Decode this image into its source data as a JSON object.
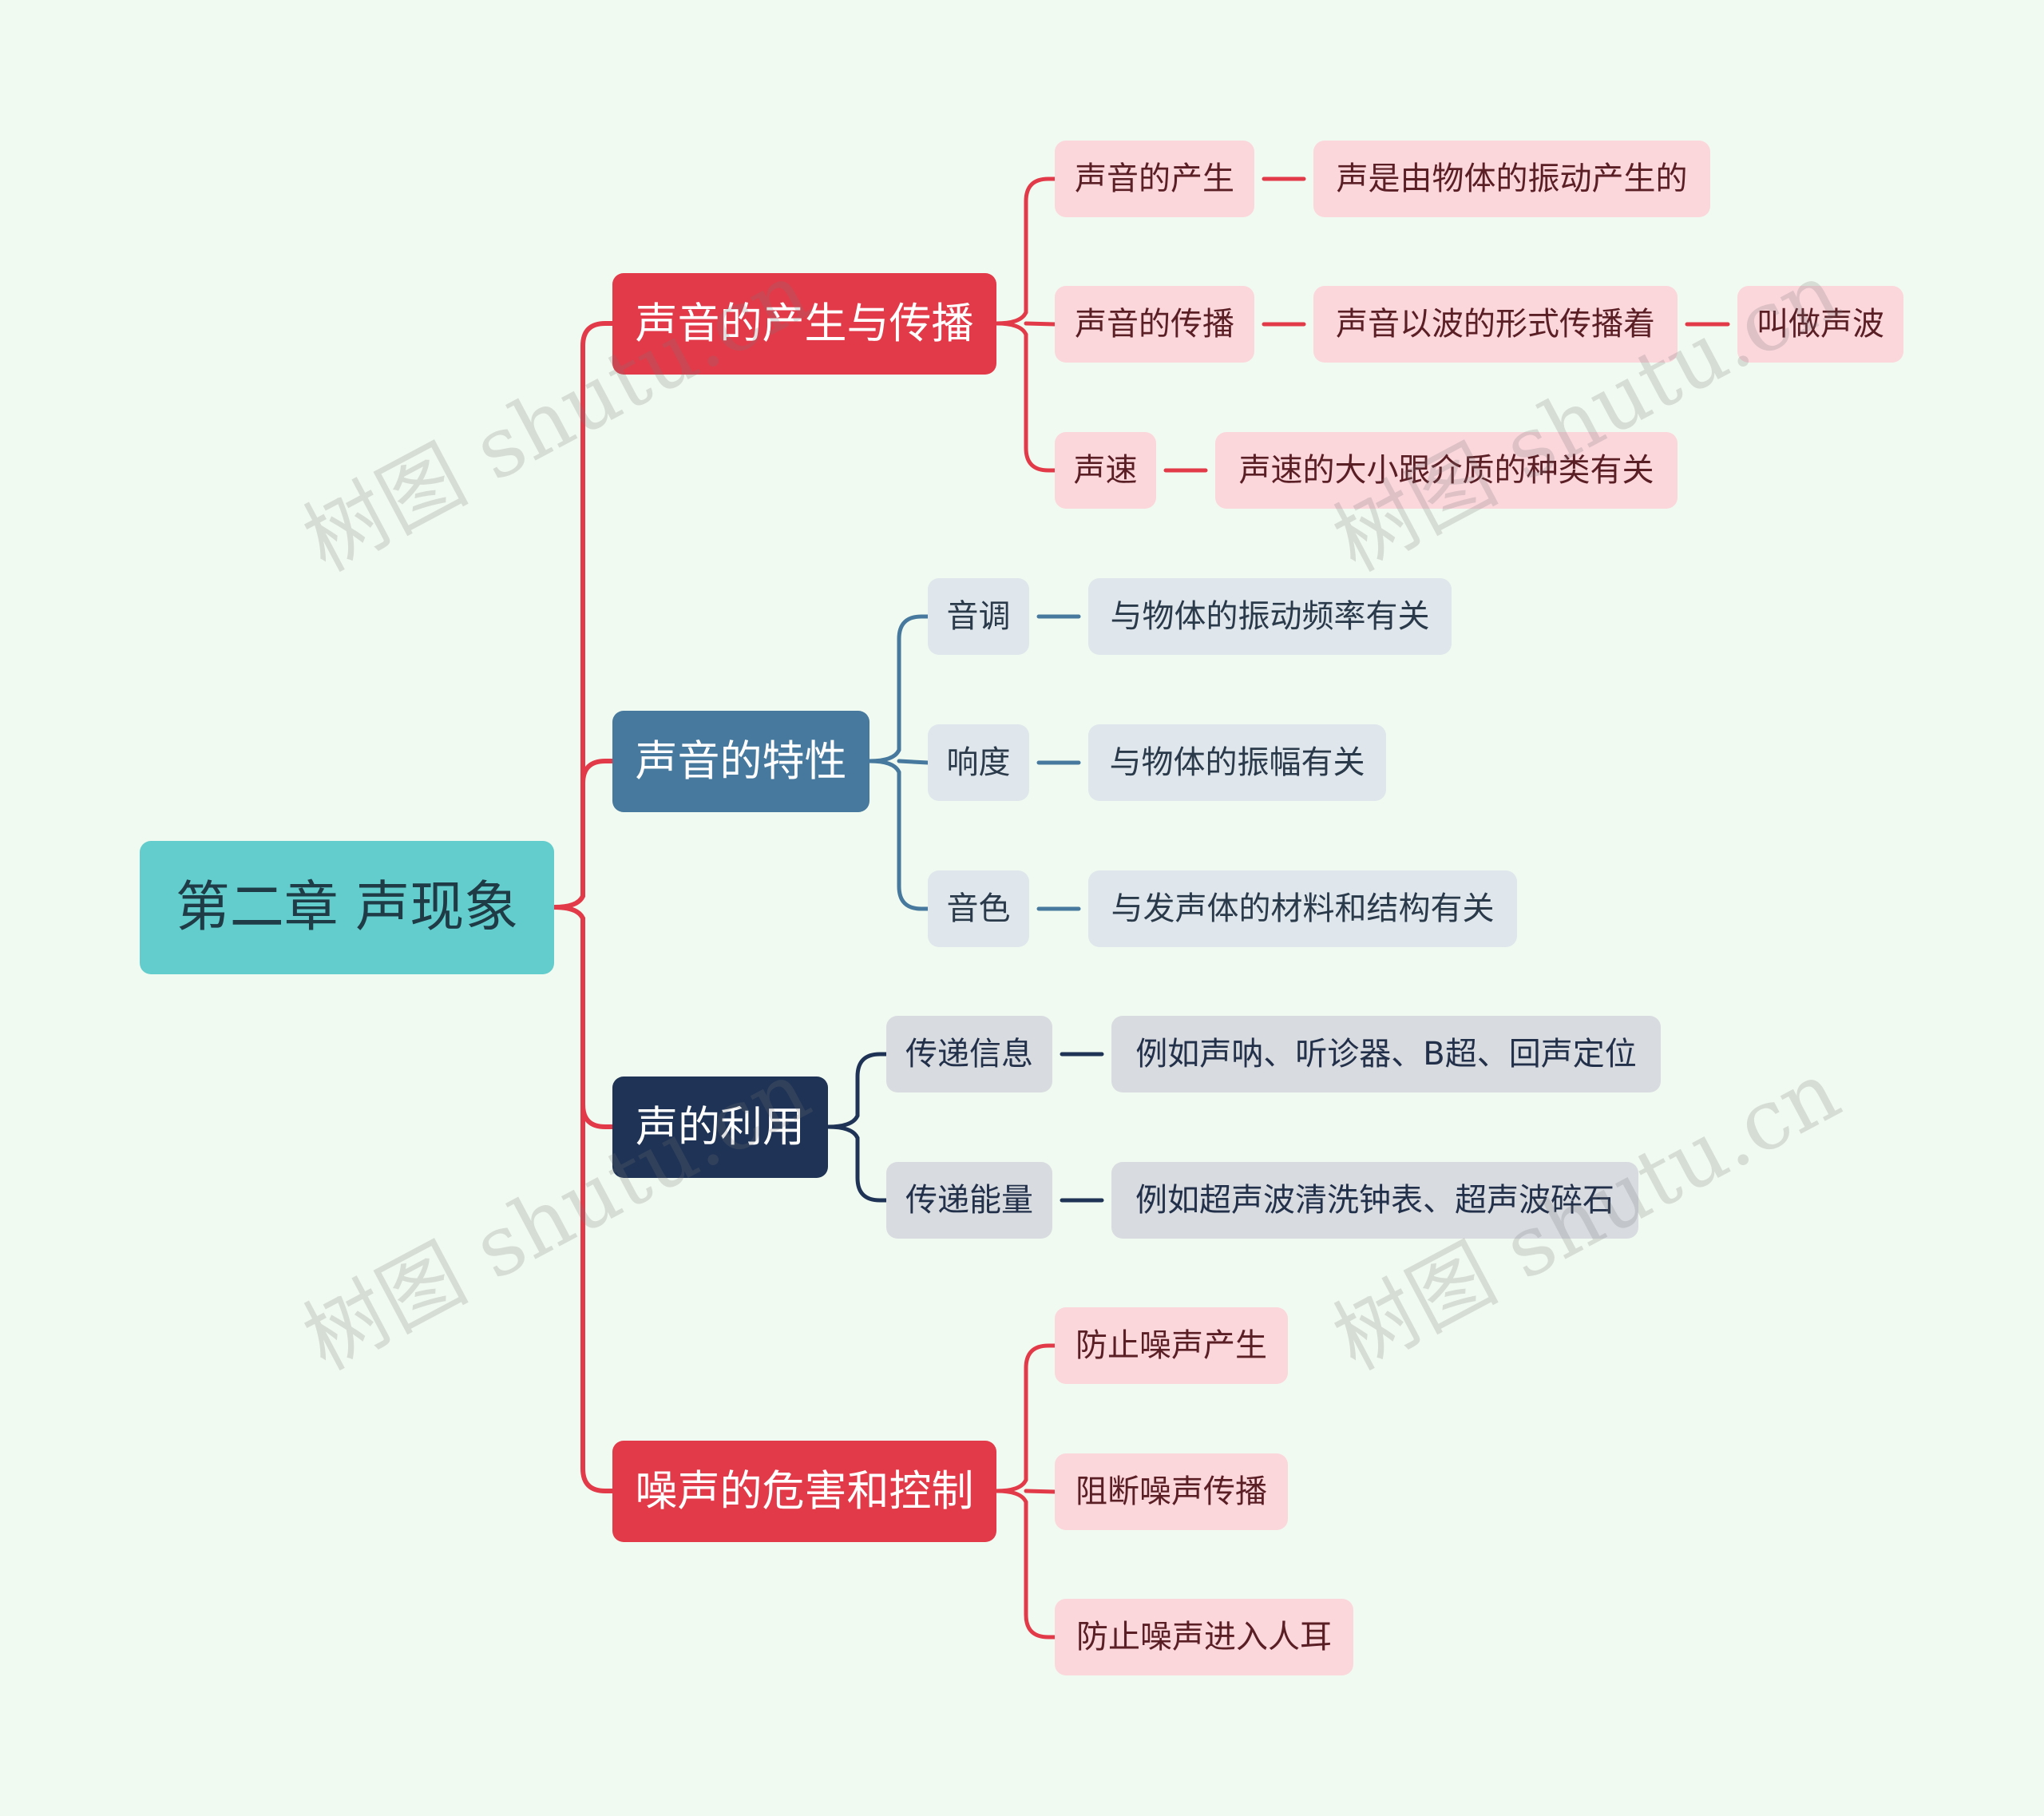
{
  "watermark": "树图 shutu.cn",
  "colors": {
    "background": "#f1faf0",
    "root": "#63cdcd",
    "red": "#e33a49",
    "steel": "#46799d",
    "navy": "#1e3355",
    "pink_leaf": "#fbd7dc",
    "blue_leaf": "#dfe6ec",
    "gray_leaf": "#d8dbe0"
  },
  "root": {
    "label": "第二章 声现象"
  },
  "branches": [
    {
      "label": "声音的产生与传播",
      "color": "red",
      "children": [
        {
          "label": "声音的产生",
          "detail": [
            "声是由物体的振动产生的"
          ]
        },
        {
          "label": "声音的传播",
          "detail": [
            "声音以波的形式传播着",
            "叫做声波"
          ]
        },
        {
          "label": "声速",
          "detail": [
            "声速的大小跟介质的种类有关"
          ]
        }
      ]
    },
    {
      "label": "声音的特性",
      "color": "steel",
      "children": [
        {
          "label": "音调",
          "detail": [
            "与物体的振动频率有关"
          ]
        },
        {
          "label": "响度",
          "detail": [
            "与物体的振幅有关"
          ]
        },
        {
          "label": "音色",
          "detail": [
            "与发声体的材料和结构有关"
          ]
        }
      ]
    },
    {
      "label": "声的利用",
      "color": "navy",
      "children": [
        {
          "label": "传递信息",
          "detail": [
            "例如声呐、听诊器、B超、回声定位"
          ]
        },
        {
          "label": "传递能量",
          "detail": [
            "例如超声波清洗钟表、超声波碎石"
          ]
        }
      ]
    },
    {
      "label": "噪声的危害和控制",
      "color": "red",
      "children": [
        {
          "label": "防止噪声产生"
        },
        {
          "label": "阻断噪声传播"
        },
        {
          "label": "防止噪声进入人耳"
        }
      ]
    }
  ]
}
